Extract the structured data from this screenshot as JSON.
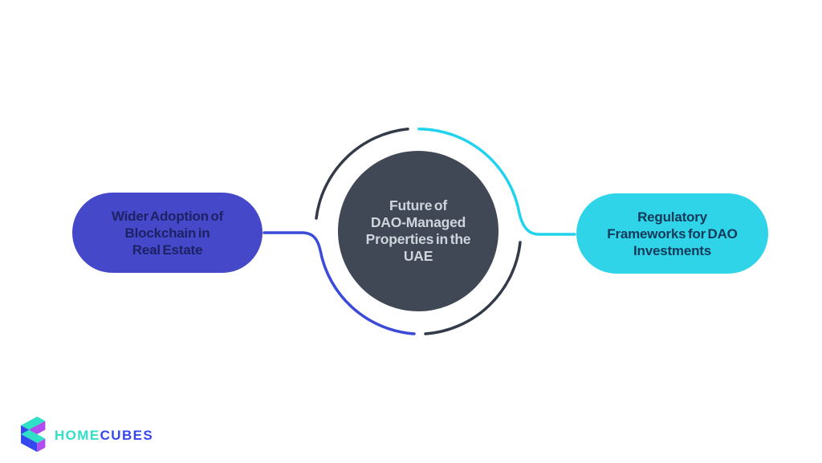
{
  "diagram": {
    "center_node": {
      "label": "Future of\nDAO-Managed\nProperties in the\nUAE"
    },
    "left_node": {
      "label": "Wider Adoption of\nBlockchain in\nReal Estate"
    },
    "right_node": {
      "label": "Regulatory\nFrameworks for DAO\nInvestments"
    }
  },
  "colors": {
    "center_fill": "#414855",
    "center_text": "#cfd5dd",
    "arc_dark": "#333a48",
    "arc_blue": "#3b4bd8",
    "arc_cyan": "#22d3ee",
    "left_node_fill": "#4549c9",
    "left_node_text": "#1c2264",
    "right_node_fill": "#30d4e8",
    "right_node_text": "#123a5a",
    "logo_home_color": "#2fe0c6",
    "logo_cubes_color": "#3647ee",
    "logo_cube_top": "#2ee0c6",
    "logo_cube_left": "#3448ef",
    "logo_cube_right": "#b14cf0"
  },
  "logo": {
    "word_part1": "HOME",
    "word_part2": "CUBES"
  }
}
